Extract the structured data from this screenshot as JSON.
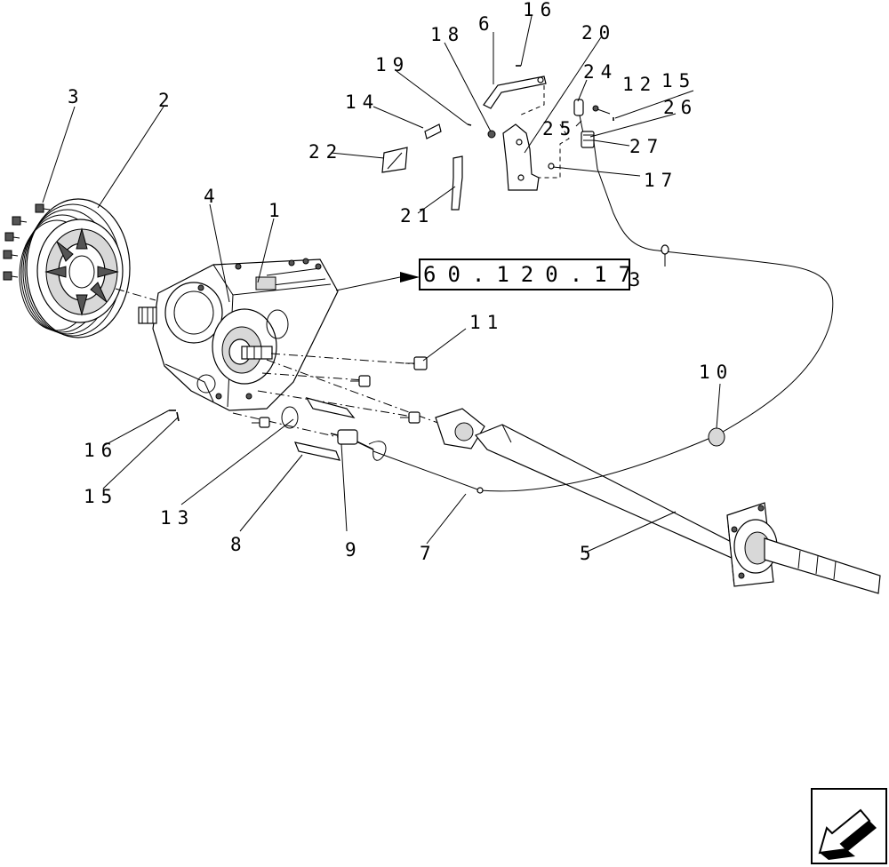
{
  "callouts": [
    {
      "id": "c1",
      "label": "1"
    },
    {
      "id": "c2",
      "label": "2"
    },
    {
      "id": "c3",
      "label": "3"
    },
    {
      "id": "c4",
      "label": "4"
    },
    {
      "id": "c5",
      "label": "5"
    },
    {
      "id": "c6",
      "label": "6"
    },
    {
      "id": "c7",
      "label": "7"
    },
    {
      "id": "c8",
      "label": "8"
    },
    {
      "id": "c9",
      "label": "9"
    },
    {
      "id": "c10",
      "label": "10"
    },
    {
      "id": "c11",
      "label": "11"
    },
    {
      "id": "c12",
      "label": "12"
    },
    {
      "id": "c13",
      "label": "13"
    },
    {
      "id": "c14",
      "label": "14"
    },
    {
      "id": "c15a",
      "label": "15"
    },
    {
      "id": "c15b",
      "label": "15"
    },
    {
      "id": "c16a",
      "label": "16"
    },
    {
      "id": "c16b",
      "label": "16"
    },
    {
      "id": "c17",
      "label": "17"
    },
    {
      "id": "c18",
      "label": "18"
    },
    {
      "id": "c19",
      "label": "19"
    },
    {
      "id": "c20",
      "label": "20"
    },
    {
      "id": "c21",
      "label": "21"
    },
    {
      "id": "c22",
      "label": "22"
    },
    {
      "id": "c23",
      "label": "23"
    },
    {
      "id": "c24",
      "label": "24"
    },
    {
      "id": "c25",
      "label": "25"
    },
    {
      "id": "c26",
      "label": "26"
    },
    {
      "id": "c27",
      "label": "27"
    }
  ],
  "reference": {
    "label": "60.120.17"
  },
  "nav_icon": {
    "name": "previous-page-arrow-icon"
  }
}
